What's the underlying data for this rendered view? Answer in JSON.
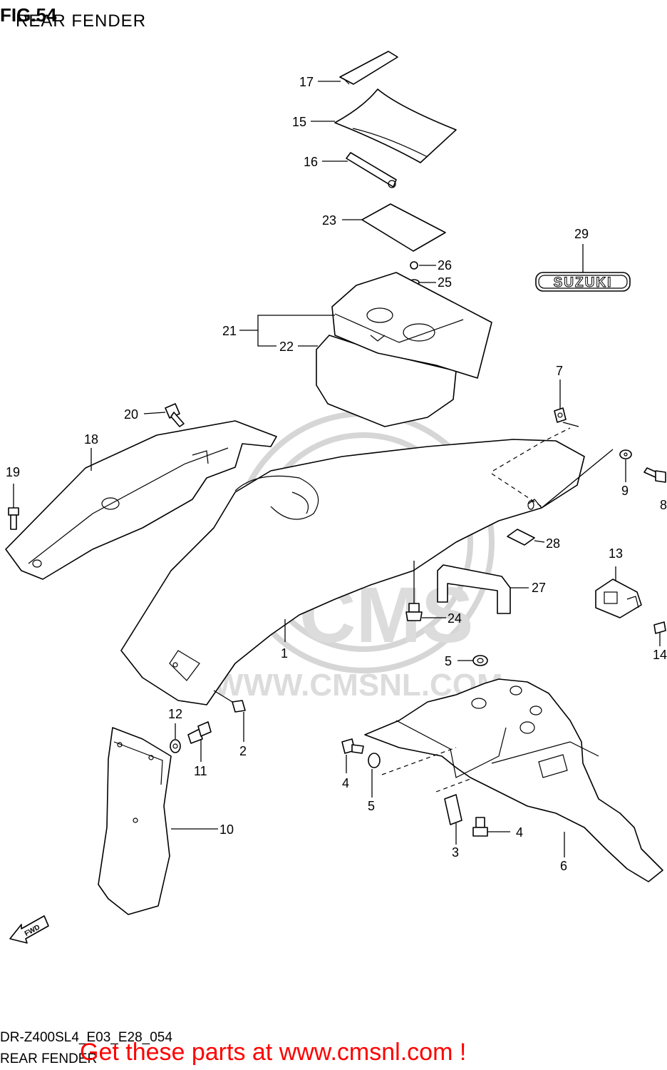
{
  "header": {
    "fig_label": "FIG.54",
    "subtitle": "REAR FENDER"
  },
  "watermark": {
    "logo_text": "CMS",
    "url_text": "WWW.CMSNL.COM"
  },
  "emblem": {
    "text": "SUZUKI"
  },
  "fwd_arrow": {
    "text": "FWD"
  },
  "callouts": [
    "17",
    "15",
    "16",
    "23",
    "26",
    "25",
    "21",
    "22",
    "29",
    "7",
    "20",
    "18",
    "19",
    "9",
    "8",
    "28",
    "13",
    "27",
    "24",
    "14",
    "1",
    "5",
    "12",
    "11",
    "2",
    "4",
    "3",
    "6",
    "10"
  ],
  "footer": {
    "diagram_code": "DR-Z400SL4_E03_E28_054",
    "name": "REAR FENDER"
  },
  "promo": {
    "text": "Get these parts at www.cmsnl.com !",
    "color": "#ff0000"
  }
}
